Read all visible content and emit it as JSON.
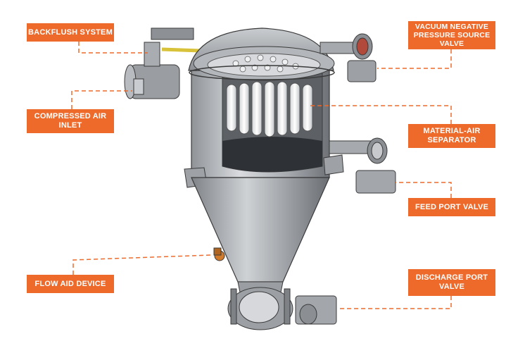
{
  "colors": {
    "accent": "#ee6a2b",
    "metal": "#b9bcc0",
    "dark": "#3a3a3a"
  },
  "labels": {
    "backflush": "BACKFLUSH SYSTEM",
    "compressed_air": "COMPRESSED AIR\nINLET",
    "flow_aid": "FLOW AID DEVICE",
    "vacuum": "VACUUM NEGATIVE\nPRESSURE SOURCE\nVALVE",
    "separator": "MATERIAL-AIR\nSEPARATOR",
    "feed_port": "FEED PORT VALVE",
    "discharge": "DISCHARGE PORT\nVALVE"
  }
}
